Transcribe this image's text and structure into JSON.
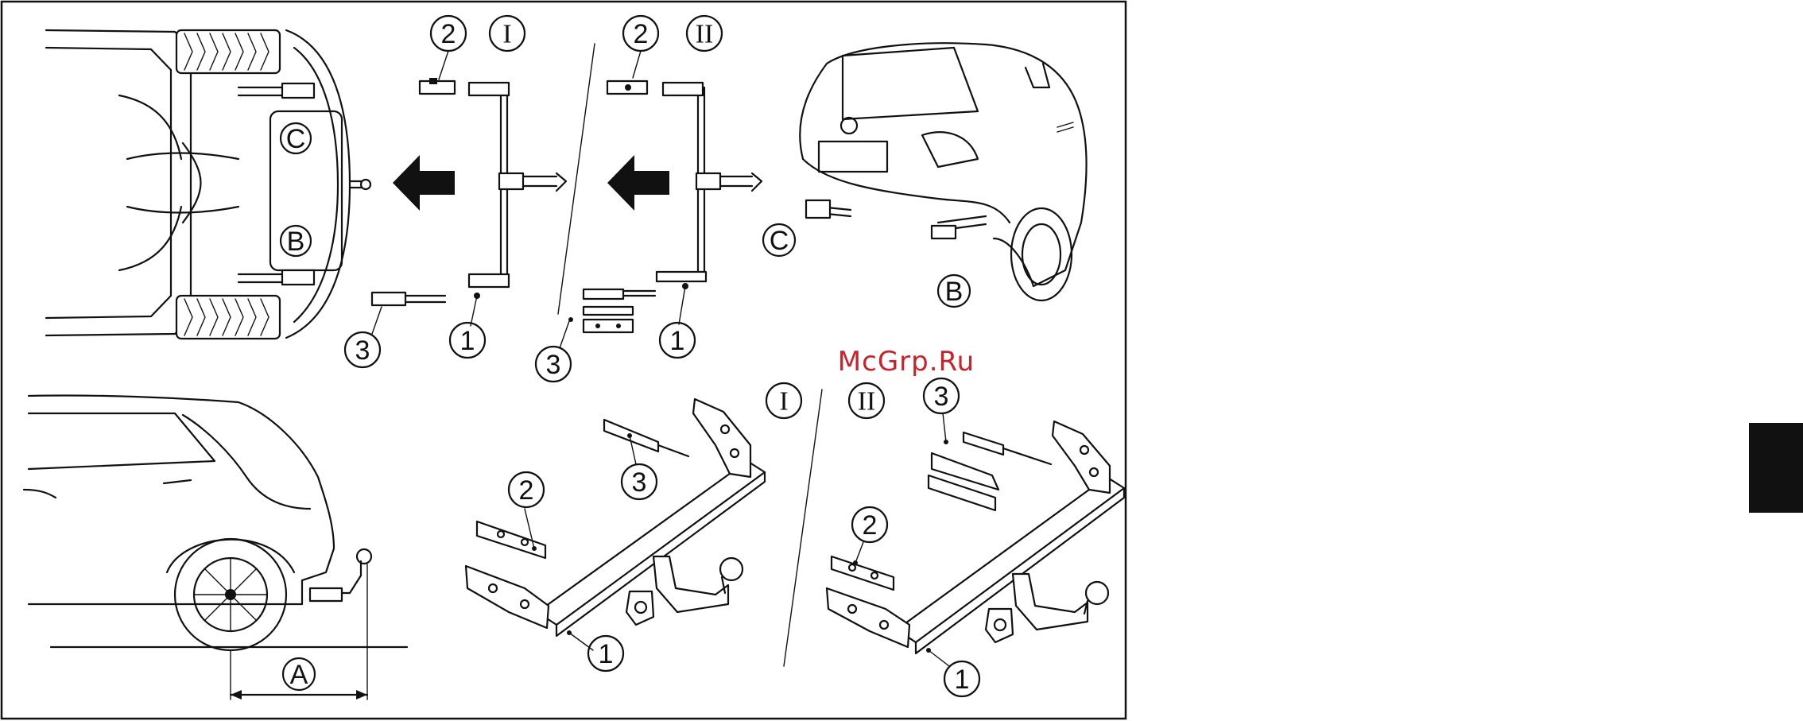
{
  "watermark": "McGrp.Ru",
  "callouts": {
    "one": "1",
    "two": "2",
    "three": "3",
    "A": "A",
    "B": "B",
    "C": "C"
  },
  "variants": {
    "first": "I",
    "second": "II"
  },
  "colors": {
    "line": "#111111",
    "background": "#ffffff",
    "watermark": "#c8222a",
    "page_tab": "#111111"
  }
}
